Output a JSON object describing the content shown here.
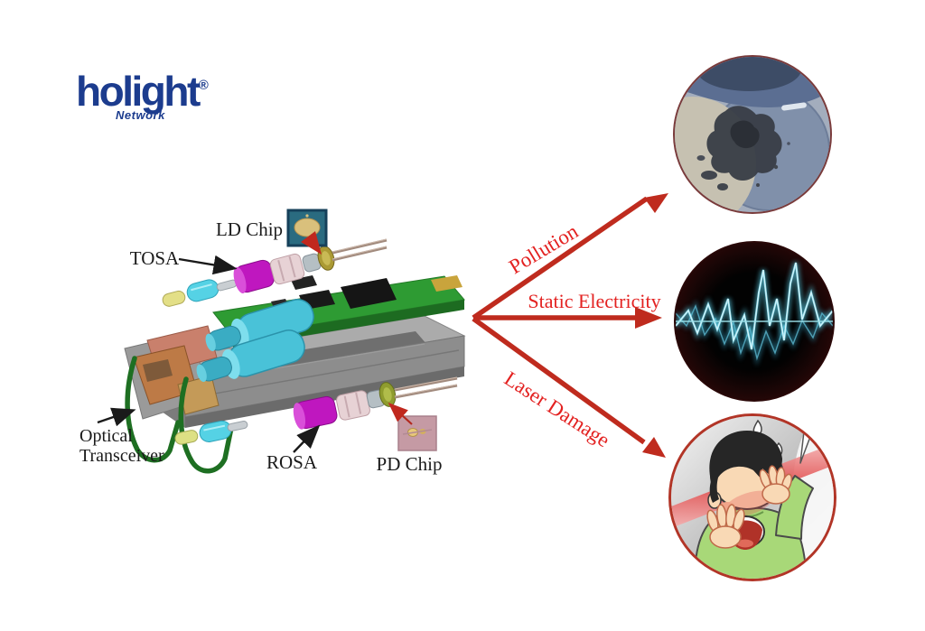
{
  "logo": {
    "text": "holight",
    "registered": "®",
    "subtext": "Network"
  },
  "diagram": {
    "labels": {
      "ld_chip": "LD Chip",
      "tosa": "TOSA",
      "optical_line1": "Optical",
      "optical_line2": "Transceiver",
      "rosa": "ROSA",
      "pd_chip": "PD Chip"
    }
  },
  "hazards": [
    {
      "label": "Pollution",
      "icon": "contaminated-fiber-endface-photo"
    },
    {
      "label": "Static Electricity",
      "icon": "static-discharge-waveform-photo"
    },
    {
      "label": "Laser Damage",
      "icon": "laser-eye-injury-cartoon"
    }
  ],
  "colors": {
    "logo_blue": "#1c3c8e",
    "hazard_text_red": "#e32120",
    "arrow_red": "#bf2b1e",
    "label_text": "#1a1a1a"
  }
}
